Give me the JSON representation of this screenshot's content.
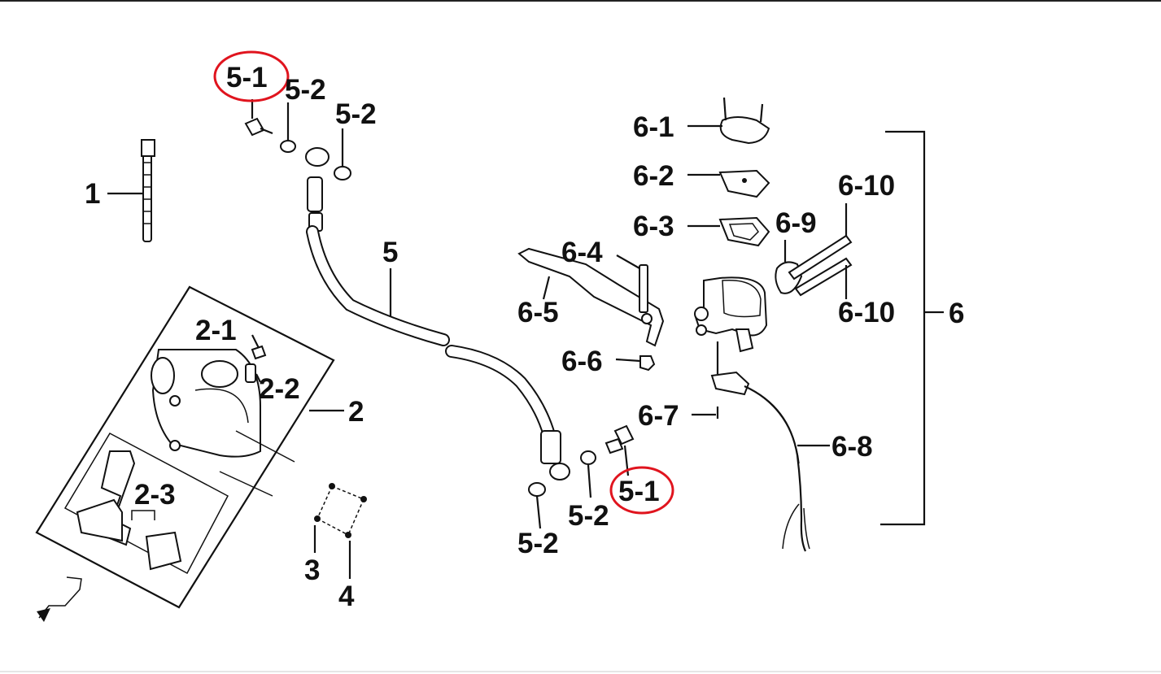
{
  "colors": {
    "line": "#111111",
    "highlight": "#e0141e",
    "background": "#ffffff"
  },
  "labels": {
    "l1": "1",
    "l2": "2",
    "l2_1": "2-1",
    "l2_2": "2-2",
    "l2_3": "2-3",
    "l3": "3",
    "l4": "4",
    "l5": "5",
    "l5_1_top": "5-1",
    "l5_1_bottom": "5-1",
    "l5_2_a": "5-2",
    "l5_2_b": "5-2",
    "l5_2_c": "5-2",
    "l5_2_d": "5-2",
    "l6": "6",
    "l6_1": "6-1",
    "l6_2": "6-2",
    "l6_3": "6-3",
    "l6_4": "6-4",
    "l6_5": "6-5",
    "l6_6": "6-6",
    "l6_7": "6-7",
    "l6_8": "6-8",
    "l6_9": "6-9",
    "l6_10_top": "6-10",
    "l6_10_bottom": "6-10"
  }
}
